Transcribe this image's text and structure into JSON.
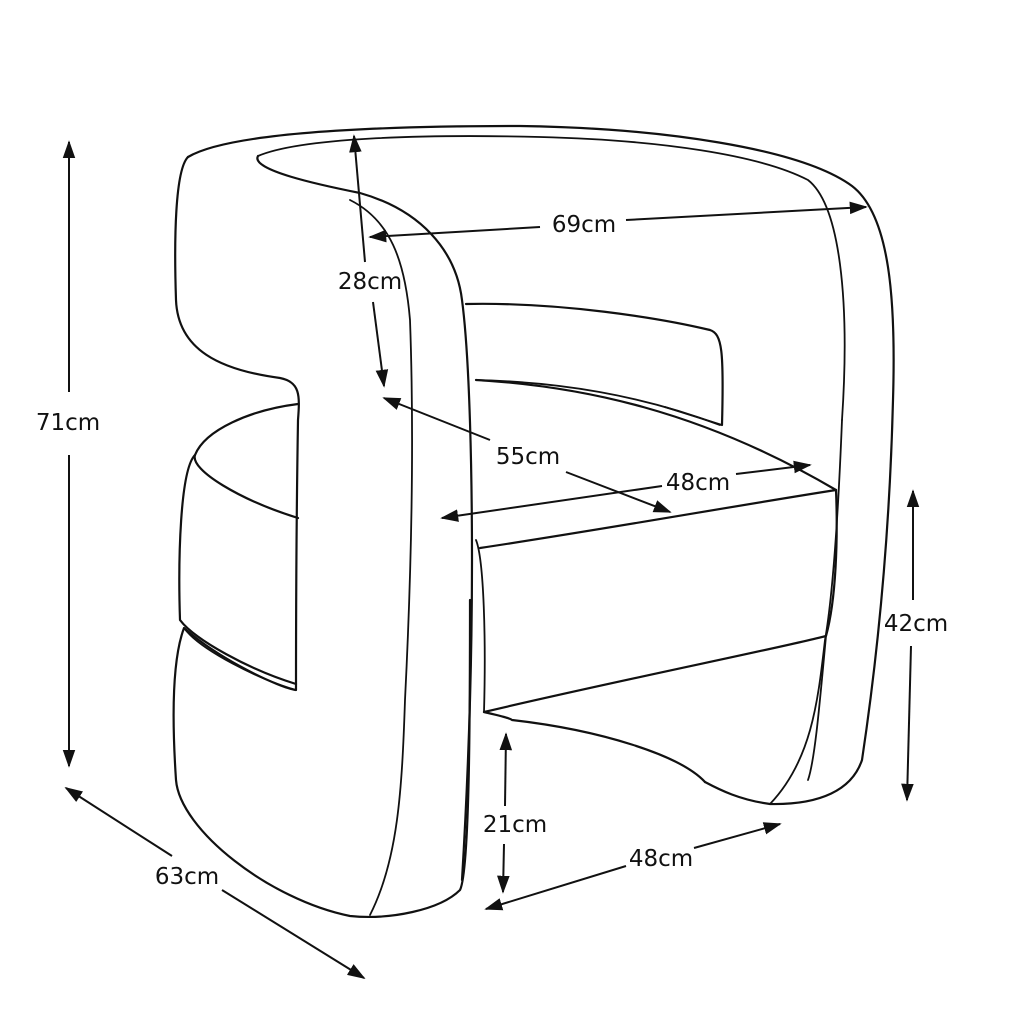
{
  "dimensions": {
    "height_total": "71cm",
    "back_width": "69cm",
    "arm_width": "28cm",
    "seat_depth": "55cm",
    "seat_width": "48cm",
    "seat_height": "42cm",
    "base_height": "21cm",
    "base_width": "48cm",
    "overall_depth": "63cm"
  },
  "colors": {
    "line": "#111111",
    "background": "#ffffff"
  }
}
